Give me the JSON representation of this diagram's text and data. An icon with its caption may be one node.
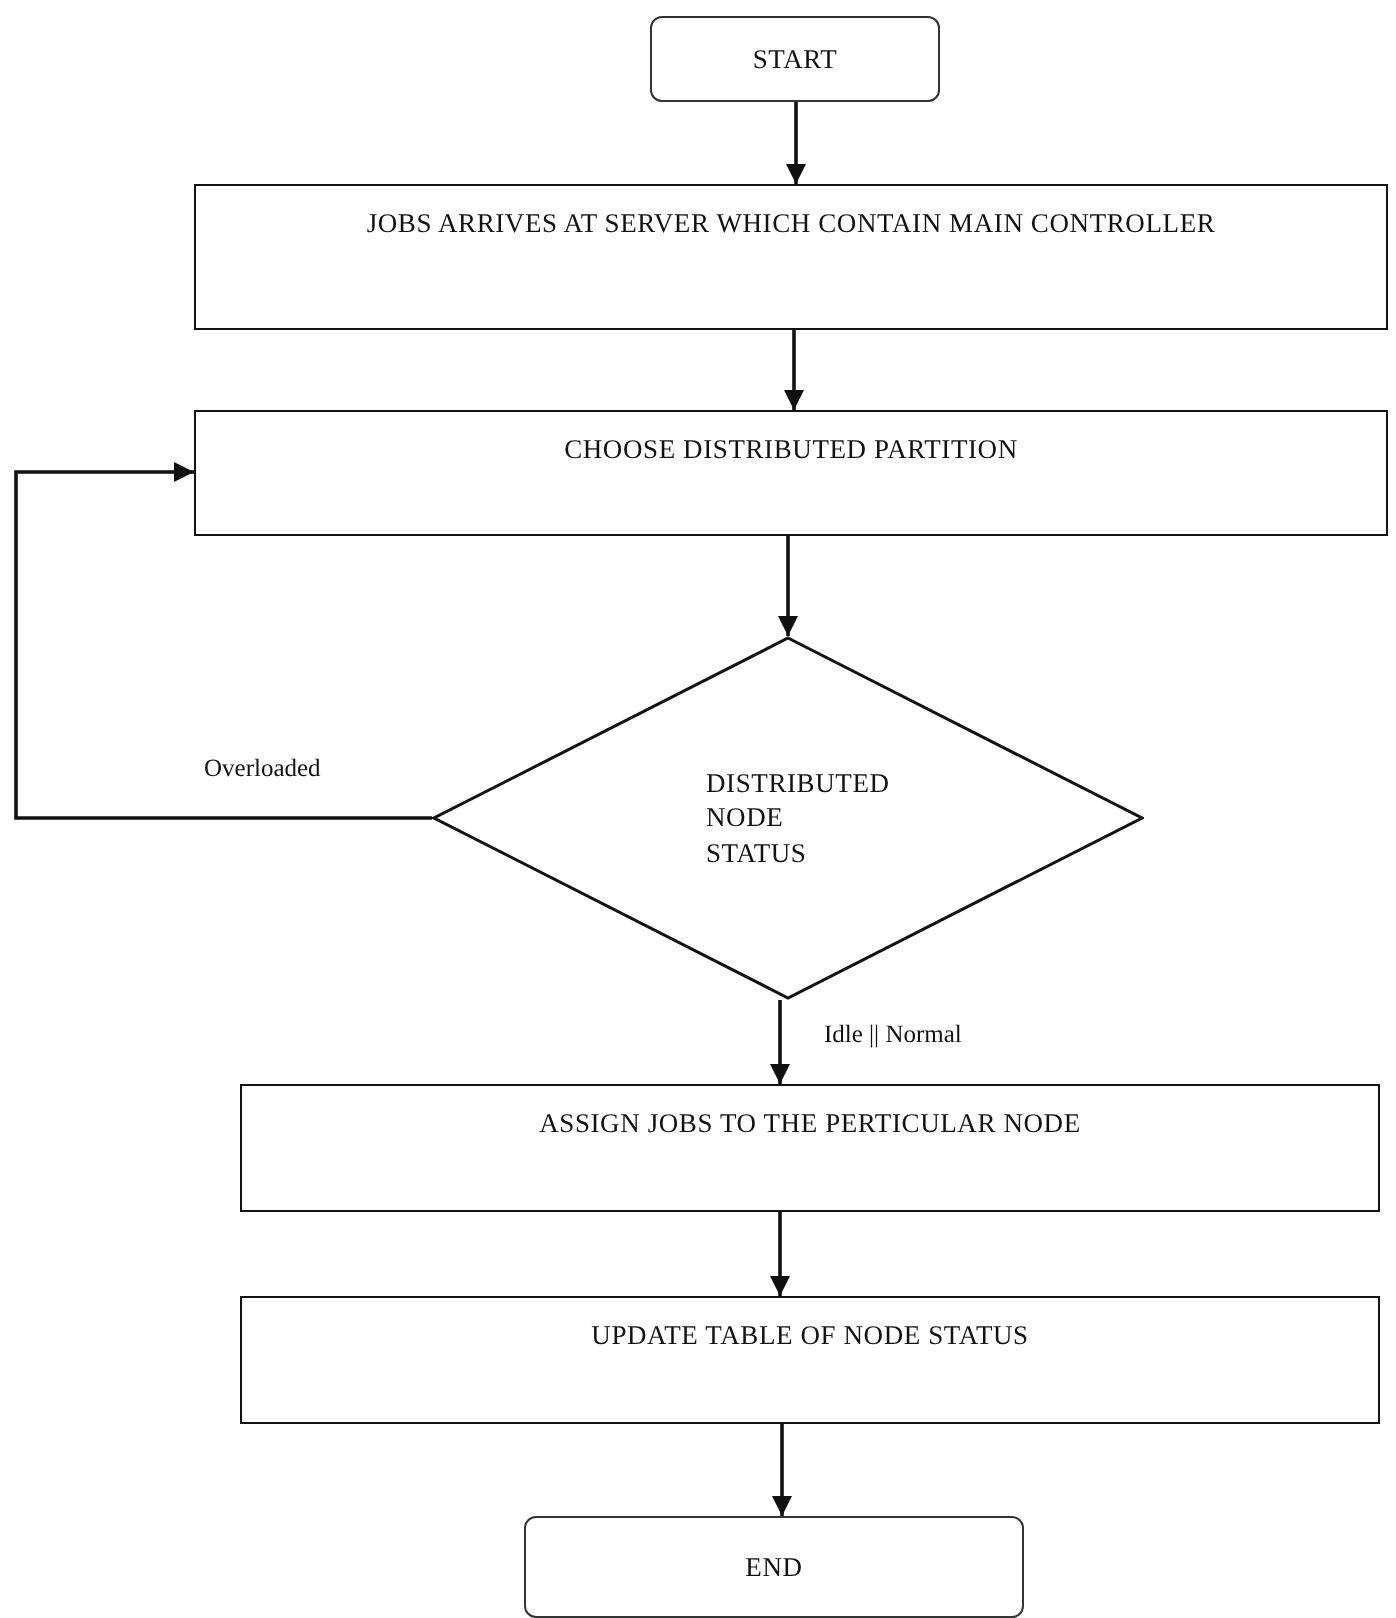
{
  "diagram": {
    "nodes": [
      {
        "text": [
          "START"
        ]
      },
      {
        "text": [
          "JOBS ARRIVES AT SERVER WHICH CONTAIN MAIN CONTROLLER"
        ]
      },
      {
        "text": [
          "CHOOSE DISTRIBUTED PARTITION"
        ]
      },
      {
        "text": [
          "DISTRIBUTED NODE STATUS"
        ]
      },
      {
        "text": [
          "ASSIGN JOBS TO THE PERTICULAR NODE"
        ]
      },
      {
        "text": [
          "UPDATE TABLE OF NODE STATUS"
        ]
      },
      {
        "text": [
          "END"
        ]
      }
    ],
    "edges": [
      {
        "from": 0,
        "to": 1,
        "arrow": "to"
      },
      {
        "from": 1,
        "to": 2,
        "arrow": "to"
      },
      {
        "from": 2,
        "to": 3,
        "arrow": "to"
      },
      {
        "from": 3,
        "to": 2,
        "arrow": "to",
        "label": "Overloaded"
      },
      {
        "from": 3,
        "to": 4,
        "arrow": "to",
        "label": "Idle || Normal"
      },
      {
        "from": 4,
        "to": 5,
        "arrow": "to"
      },
      {
        "from": 5,
        "to": 6,
        "arrow": "to"
      }
    ]
  }
}
